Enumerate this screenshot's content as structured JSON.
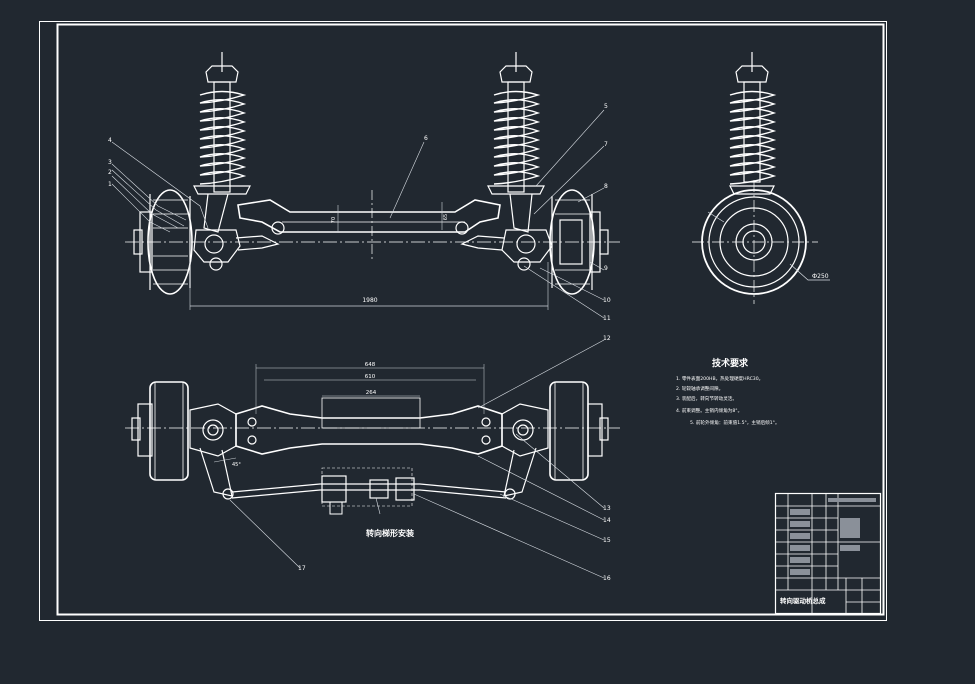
{
  "colors": {
    "background": "#212830",
    "line": "#ffffff",
    "dim": "#cfd4da",
    "leader": "#d8dde3"
  },
  "front_view": {
    "track_dim": "1980",
    "center_dim": "70",
    "side_dim": "65"
  },
  "side_view": {
    "wheel_dim": "Ф250"
  },
  "plan_view": {
    "dim_outer": "648",
    "dim_mid": "610",
    "dim_inner": "264",
    "angle_label": "45°",
    "caption": "转向梯形安装"
  },
  "part_labels": [
    "1",
    "2",
    "3",
    "4",
    "5",
    "6",
    "7",
    "8",
    "9",
    "10",
    "11",
    "12",
    "13",
    "14",
    "15",
    "16",
    "17"
  ],
  "tech_req": {
    "title": "技术要求",
    "lines": [
      "1. 零件表面200HB，热处理硬度HRC30。",
      "2. 轮毂轴承调整间隙。",
      "3. 装配后，转向节转动灵活。",
      "4. 前束调整。主销内倾角为8°。",
      "5. 前轮外倾角：前束值1.5°，主销后倾1°。"
    ]
  },
  "title_block": {
    "drawing_name": "转向驱动桥总成"
  }
}
